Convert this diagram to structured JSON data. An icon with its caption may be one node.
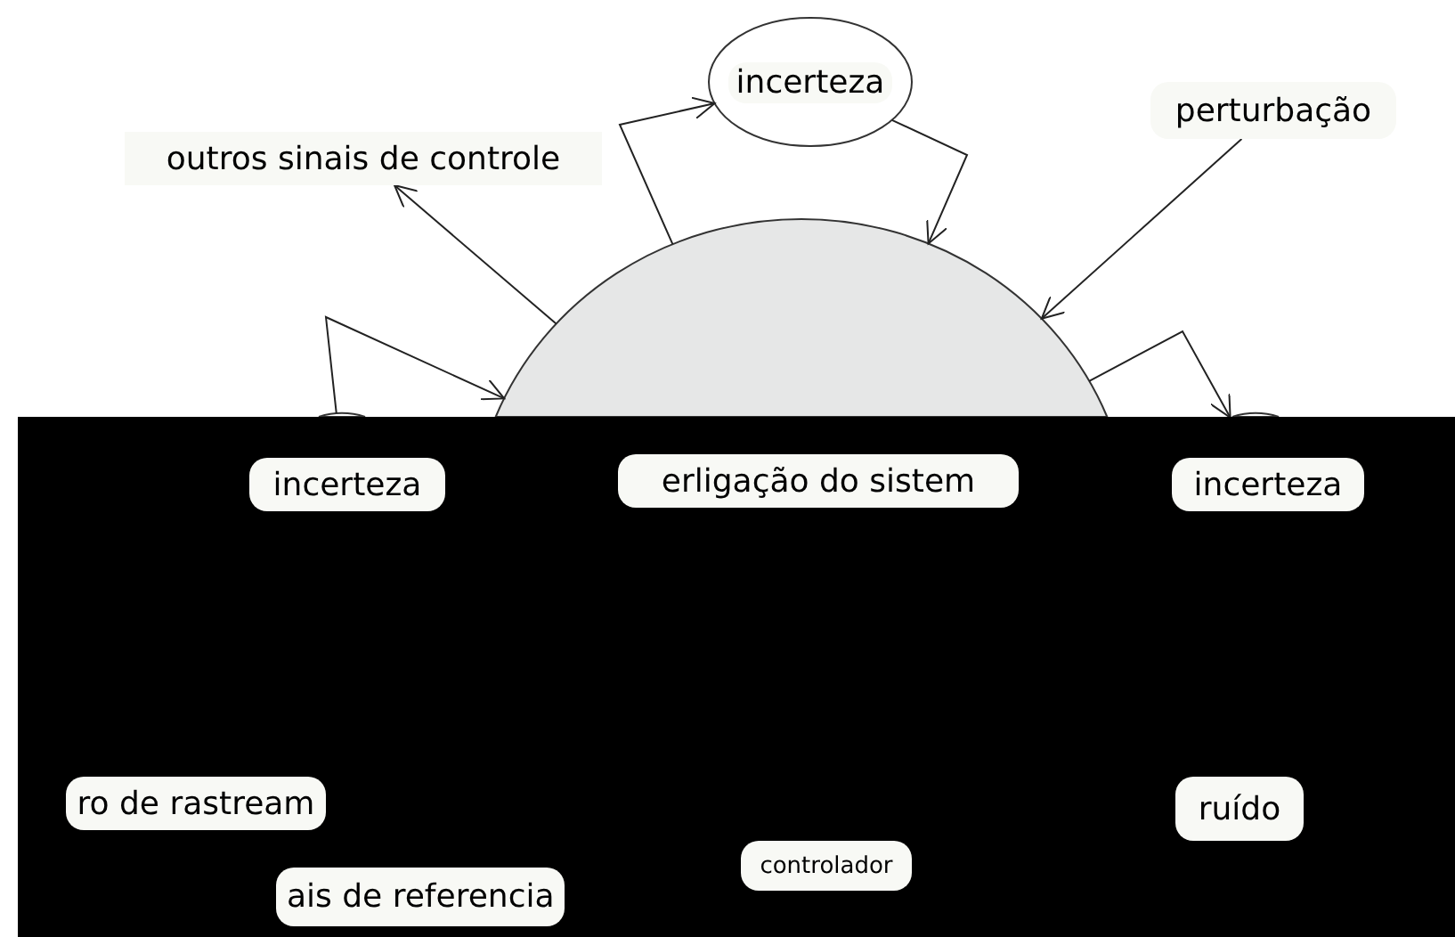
{
  "diagram": {
    "nodes": [
      {
        "text": [
          "incerteza"
        ]
      },
      {
        "text": [
          "outros sinais de controle"
        ]
      },
      {
        "text": [
          "perturbação"
        ]
      },
      {
        "text": [],
        "shape": "circle"
      },
      {
        "text": [],
        "shape": "circle"
      },
      {
        "text": [],
        "shape": "circle"
      },
      {
        "text": [
          "incerteza"
        ]
      },
      {
        "text": [
          "erligação do sistem"
        ]
      },
      {
        "text": [
          "incerteza"
        ]
      },
      {
        "text": [
          "ro de rastream"
        ]
      },
      {
        "text": [
          "ruído"
        ]
      },
      {
        "text": [
          "controlador"
        ]
      },
      {
        "text": [
          "ais de referencia"
        ]
      }
    ],
    "edges": [
      {
        "from": 3,
        "to": 0,
        "arrow": "to"
      },
      {
        "from": 0,
        "to": 3,
        "arrow": "to"
      },
      {
        "from": 3,
        "to": 1,
        "arrow": "to"
      },
      {
        "from": 2,
        "to": 3,
        "arrow": "to"
      },
      {
        "from": 4,
        "to": 3,
        "arrow": "to"
      },
      {
        "from": 3,
        "to": 5,
        "arrow": "to"
      }
    ]
  }
}
